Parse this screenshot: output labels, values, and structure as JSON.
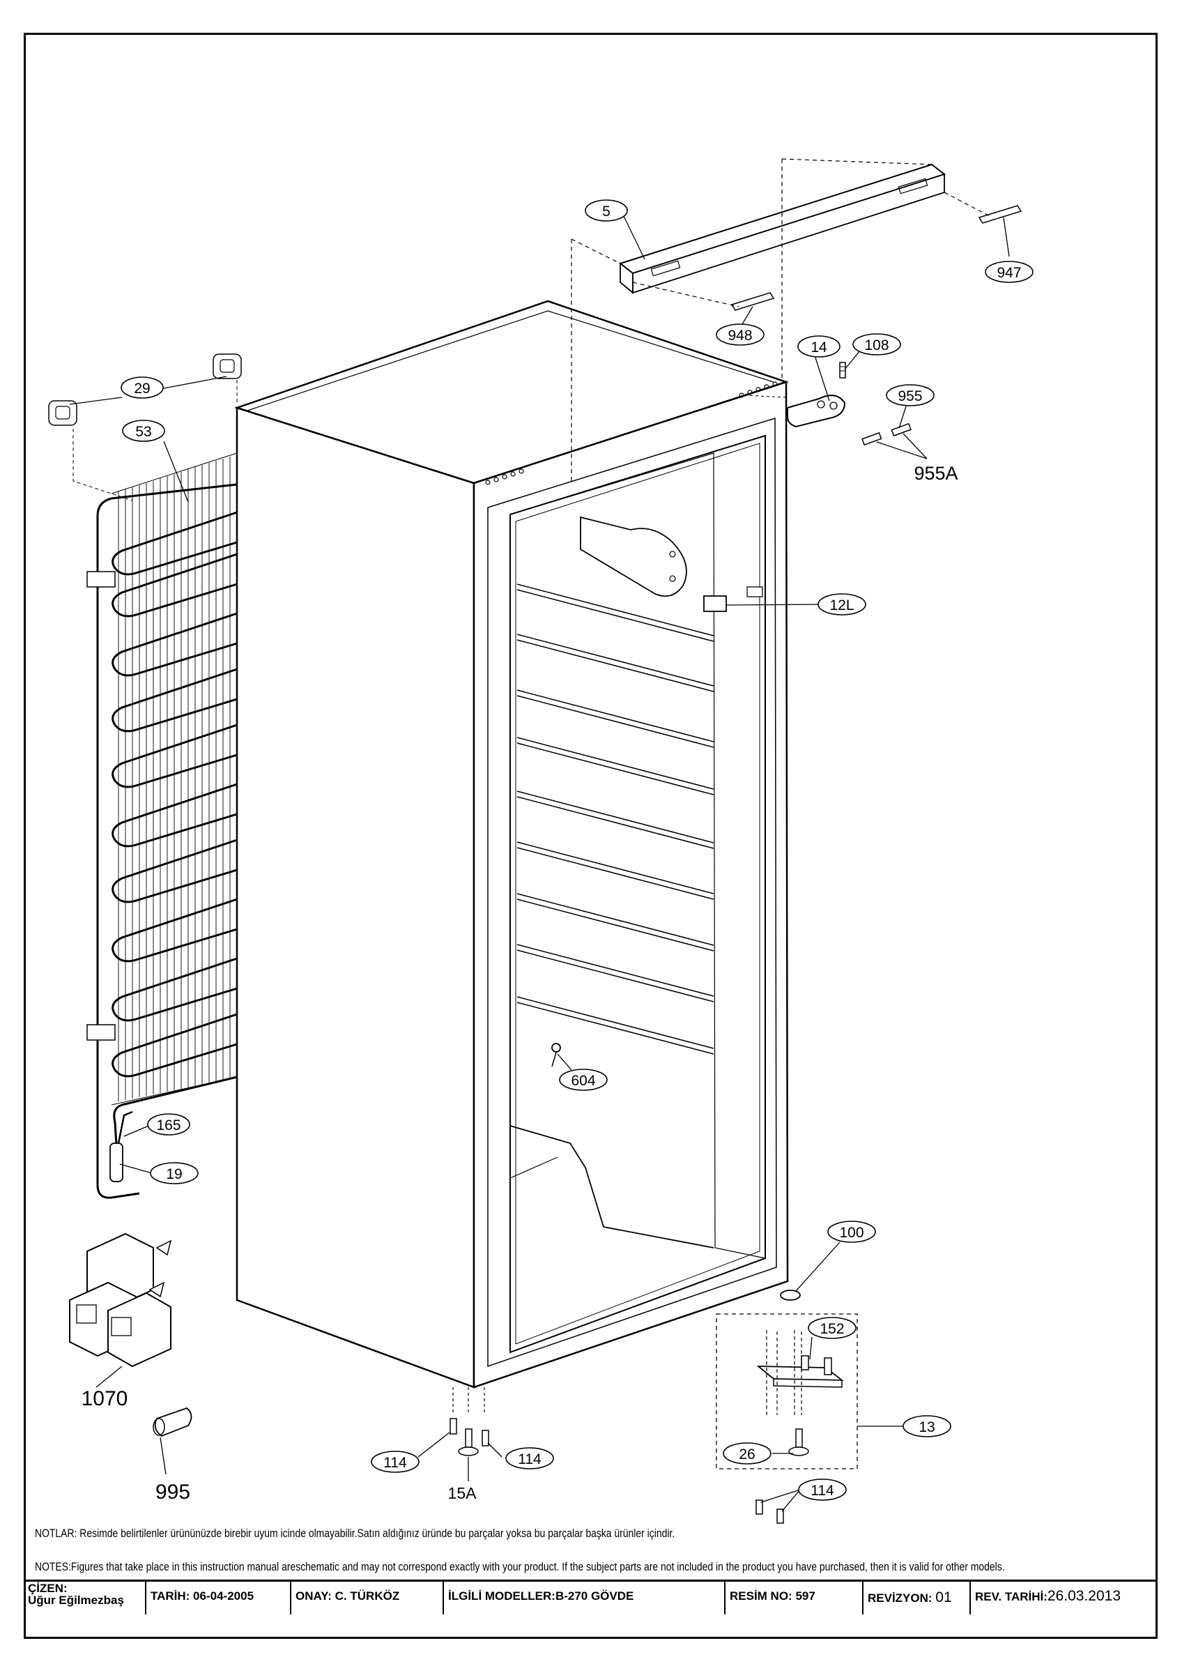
{
  "callouts": {
    "c5": "5",
    "c947": "947",
    "c948": "948",
    "c14": "14",
    "c108": "108",
    "c955": "955",
    "c955a": "955A",
    "c29": "29",
    "c53": "53",
    "c12l": "12L",
    "c165": "165",
    "c19": "19",
    "c604": "604",
    "c100": "100",
    "c152": "152",
    "c13": "13",
    "c26": "26",
    "c114a": "114",
    "c114b": "114",
    "c114c": "114",
    "c15a": "15A",
    "c1070": "1070",
    "c995": "995"
  },
  "notes": {
    "tr": "NOTLAR: Resimde belirtilenler ürününüzde birebir  uyum icinde olmayabilir.Satın aldığınız üründe bu parçalar yoksa bu parçalar başka ürünler içindir.",
    "en": "NOTES:Figures that take place in this instruction manual areschematic  and may not correspond exactly with your product. If the subject parts are not included in the product you have purchased, then it is valid for other models."
  },
  "titleblock": {
    "cizen_label": "ÇİZEN:",
    "cizen_name": "Uğur Eğilmezbaş",
    "tarih": "TARİH: 06-04-2005",
    "onay": "ONAY: C. TÜRKÖZ",
    "ilgili_label": "İLGİLİ MODELLER:",
    "ilgili_value": "B-270 GÖVDE",
    "resim": "RESİM NO: 597",
    "revizyon_label": "REVİZYON:",
    "revizyon_value": "01",
    "rev_tarihi_label": "REV. TARİHİ:",
    "rev_tarihi_value": "26.03.2013"
  }
}
